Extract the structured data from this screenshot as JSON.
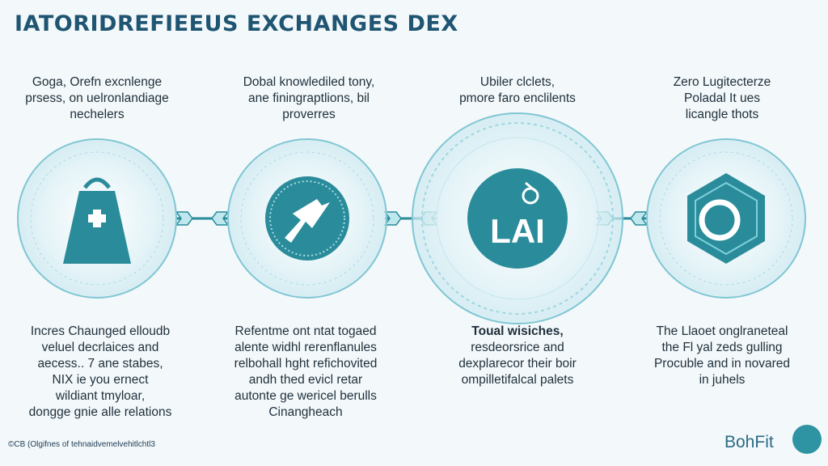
{
  "title": "IATORIDREFIEEUS EXCHANGES DEX",
  "stages": [
    {
      "icon": "shopping-bag-plus-icon",
      "top_lines": [
        "Goga, Orefn excnlenge",
        "prsess, on uelronlandiage",
        "nechelers"
      ],
      "bottom_lines": [
        "Incres Chaunged elloudb",
        "veluel decrlaices and",
        "aecess.. 7 ane stabes,",
        "NIX ie you ernect",
        "wildiant tmyloar,",
        "dongge gnie alle relations"
      ],
      "bottom_bold": []
    },
    {
      "icon": "swap-arrow-icon",
      "top_lines": [
        "Dobal knowlediled tony,",
        "ane finingraptlions, bil",
        "proverres"
      ],
      "bottom_lines": [
        "Refentme ont ntat togaed",
        "alente widhl rerenflanules",
        "relbohall hght refichovited",
        "andh thed evicl retar",
        "autonte ge wericel berulls",
        "Cinangheach"
      ],
      "bottom_bold": []
    },
    {
      "icon": "dai-logo-icon",
      "top_lines": [
        "Ubiler clclets,",
        "pmore faro enclilents"
      ],
      "bottom_lines": [
        "Toual wisiches,",
        "resdeorsrice and",
        "dexplarecor their boir",
        "ompilletifalcal palets"
      ],
      "bottom_bold": [
        0
      ]
    },
    {
      "icon": "hexagon-ring-icon",
      "top_lines": [
        "Zero Lugitecterze",
        "Poladal It ues",
        "licangle thots"
      ],
      "bottom_lines": [
        "The Llaoet onglraneteal",
        "the Fl yal zeds gulling",
        "Procuble and in novared",
        "in juhels"
      ],
      "bottom_bold": []
    }
  ],
  "footer": {
    "copyright": "©CB (Olgifnes of tehnaidvemelvehitlchtl3",
    "brand": "BohFit"
  },
  "colors": {
    "accent": "#2a8c9a",
    "ring": "#7fc6d4",
    "title": "#1f5572"
  }
}
